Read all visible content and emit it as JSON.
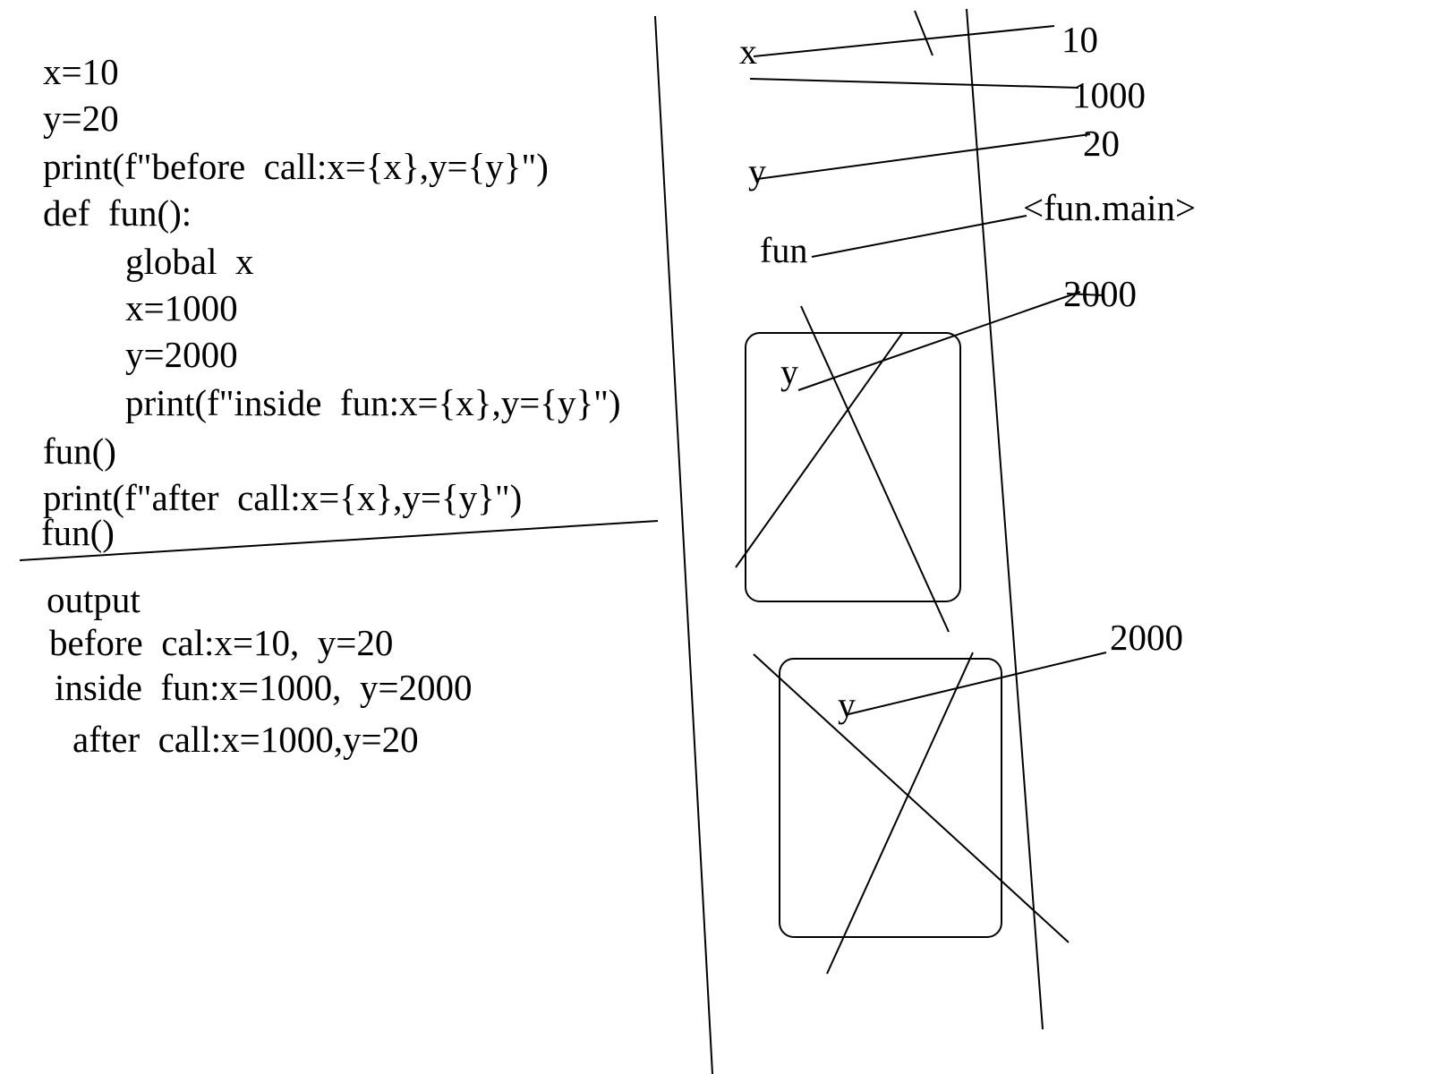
{
  "code_lines": [
    "x=10",
    "y=20",
    "print(f\"before  call:x={x},y={y}\")",
    "def  fun():",
    "global  x",
    "x=1000",
    "y=2000",
    "print(f\"inside  fun:x={x},y={y}\")",
    "fun()",
    "print(f\"after  call:x={x},y={y}\")",
    "fun()"
  ],
  "output": {
    "heading": "output",
    "lines": [
      "before  cal:x=10,  y=20",
      "inside  fun:x=1000,  y=2000",
      "after  call:x=1000,y=20"
    ]
  },
  "memory": {
    "names": [
      "x",
      "y",
      "fun",
      "y",
      "y"
    ],
    "values": [
      "10",
      "1000",
      "20",
      "<fun.main>",
      "2000",
      "2000"
    ]
  }
}
